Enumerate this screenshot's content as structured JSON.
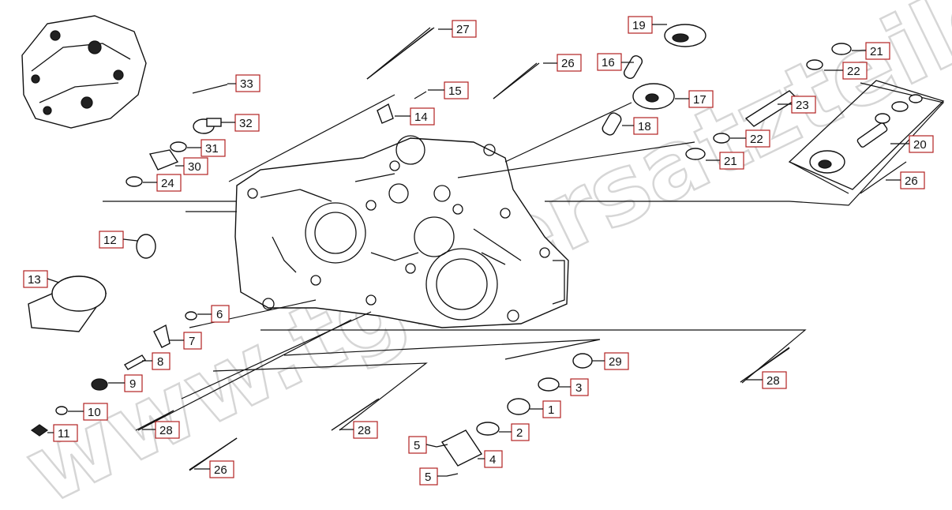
{
  "watermark": "www.tgb-ersatzteile.de",
  "callouts": [
    {
      "id": "c27",
      "text": "27"
    },
    {
      "id": "c26a",
      "text": "26"
    },
    {
      "id": "c19",
      "text": "19"
    },
    {
      "id": "c16",
      "text": "16"
    },
    {
      "id": "c21a",
      "text": "21"
    },
    {
      "id": "c22a",
      "text": "22"
    },
    {
      "id": "c33",
      "text": "33"
    },
    {
      "id": "c15",
      "text": "15"
    },
    {
      "id": "c17",
      "text": "17"
    },
    {
      "id": "c23",
      "text": "23"
    },
    {
      "id": "c32",
      "text": "32"
    },
    {
      "id": "c14",
      "text": "14"
    },
    {
      "id": "c18",
      "text": "18"
    },
    {
      "id": "c31",
      "text": "31"
    },
    {
      "id": "c22b",
      "text": "22"
    },
    {
      "id": "c30",
      "text": "30"
    },
    {
      "id": "c21b",
      "text": "21"
    },
    {
      "id": "c20",
      "text": "20"
    },
    {
      "id": "c24",
      "text": "24"
    },
    {
      "id": "c26b",
      "text": "26"
    },
    {
      "id": "c12",
      "text": "12"
    },
    {
      "id": "c13",
      "text": "13"
    },
    {
      "id": "c6",
      "text": "6"
    },
    {
      "id": "c7",
      "text": "7"
    },
    {
      "id": "c8",
      "text": "8"
    },
    {
      "id": "c29",
      "text": "29"
    },
    {
      "id": "c9",
      "text": "9"
    },
    {
      "id": "c3",
      "text": "3"
    },
    {
      "id": "c28a",
      "text": "28"
    },
    {
      "id": "c10",
      "text": "10"
    },
    {
      "id": "c1",
      "text": "1"
    },
    {
      "id": "c11",
      "text": "11"
    },
    {
      "id": "c28b",
      "text": "28"
    },
    {
      "id": "c28c",
      "text": "28"
    },
    {
      "id": "c2",
      "text": "2"
    },
    {
      "id": "c5a",
      "text": "5"
    },
    {
      "id": "c4",
      "text": "4"
    },
    {
      "id": "c26c",
      "text": "26"
    },
    {
      "id": "c5b",
      "text": "5"
    }
  ]
}
